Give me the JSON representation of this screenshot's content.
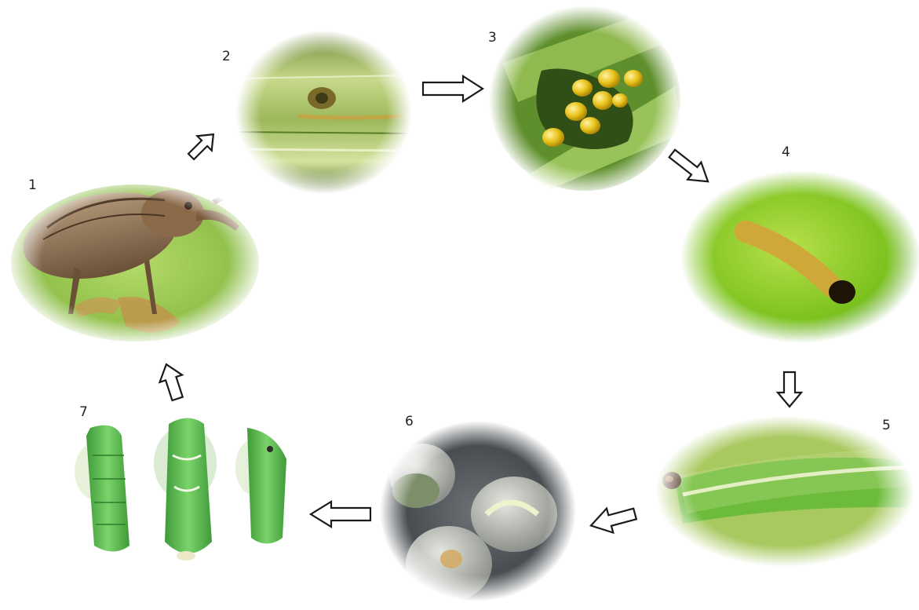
{
  "stages": [
    {
      "label": "1",
      "subject": "adult-weevil"
    },
    {
      "label": "2",
      "subject": "oviposition-hole-on-stem"
    },
    {
      "label": "3",
      "subject": "eggs-inside-stem"
    },
    {
      "label": "4",
      "subject": "young-larva"
    },
    {
      "label": "5",
      "subject": "mature-larva"
    },
    {
      "label": "6",
      "subject": "pupal-cocoons"
    },
    {
      "label": "7",
      "subject": "pupae"
    }
  ],
  "arrow_icon": "outline-arrow",
  "colors": {
    "leaf_light": "#c9e07a",
    "leaf_mid": "#8fc13a",
    "leaf_dark": "#4f8a1f",
    "weevil_brown": "#8b6a4a",
    "egg_yellow": "#e8c21a",
    "cocoon_grey": "#a9aba5",
    "pupa_green": "#5cbf4a",
    "arrow_stroke": "#1a1a1a"
  }
}
